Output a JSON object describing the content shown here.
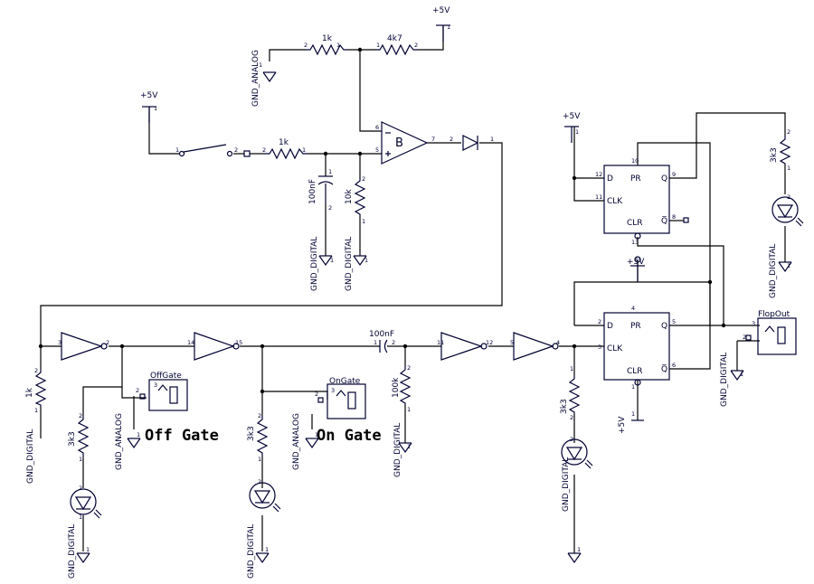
{
  "labels": {
    "plus5v": "+5V",
    "gnd_analog": "GND_ANALOG",
    "gnd_digital": "GND_DIGITAL",
    "r_1k": "1k",
    "r_4k7": "4k7",
    "r_10k": "10k",
    "r_100k": "100k",
    "r_3k3": "3k3",
    "c_100nf": "100nF",
    "opamp_b": "B",
    "offgate_ref": "OffGate",
    "ongate_ref": "OnGate",
    "flopout_ref": "FlopOut",
    "off_gate_text": "Off Gate",
    "on_gate_text": "On Gate",
    "ff_d": "D",
    "ff_pr": "PR",
    "ff_clk": "CLK",
    "ff_clr": "CLR",
    "ff_q": "Q",
    "ff_qbar": "Q̅"
  },
  "pins": {
    "p1": "1",
    "p2": "2",
    "p3": "3",
    "p4": "4",
    "p5": "5",
    "p6": "6",
    "p7": "7",
    "p8": "8",
    "p9": "9",
    "p10": "10",
    "p11": "11",
    "p12": "12",
    "p13": "13",
    "p14": "14",
    "p15": "15"
  },
  "colors": {
    "wire": "#000000",
    "component": "#000033",
    "background": "#ffffff"
  }
}
